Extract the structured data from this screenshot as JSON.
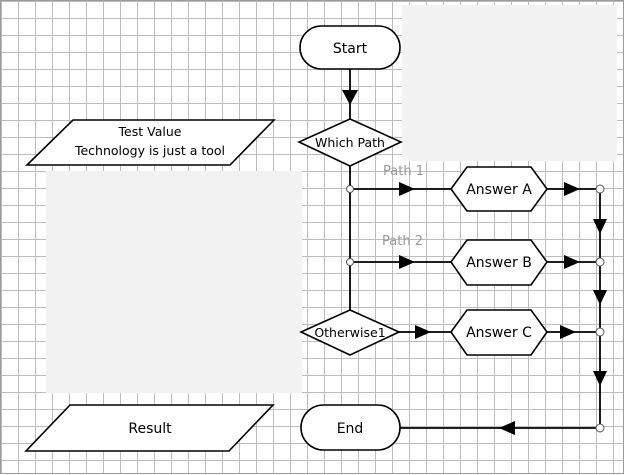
{
  "flowchart": {
    "start": "Start",
    "decision": "Which Path",
    "path1": "Path 1",
    "path2": "Path 2",
    "answer_a": "Answer A",
    "answer_b": "Answer B",
    "otherwise": "Otherwise1",
    "answer_c": "Answer C",
    "end": "End"
  },
  "io": {
    "input_line1": "Test Value",
    "input_line2": "Technology is just a tool",
    "result": "Result"
  },
  "colors": {
    "grid": "#bdbdbd",
    "stroke": "#000000",
    "path_label": "#9a9a9a",
    "masked_region": "#f2f2f2"
  }
}
